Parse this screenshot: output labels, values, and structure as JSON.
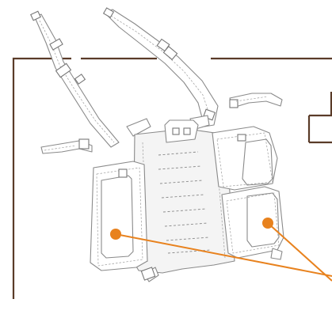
{
  "figure": {
    "subject": "chest-rig",
    "parts": [
      "left-shoulder-strap",
      "right-shoulder-strap",
      "left-side-strap",
      "right-side-strap",
      "center-panel",
      "left-pouch",
      "right-upper-pouch",
      "right-lower-pouch"
    ]
  },
  "callouts": [
    {
      "label": "",
      "target": "left-pouch"
    },
    {
      "label": "",
      "target": "right-lower-pouch"
    }
  ],
  "colors": {
    "frame": "#5a3b28",
    "accent": "#e8821e",
    "line_art": "#8a8a8a"
  }
}
